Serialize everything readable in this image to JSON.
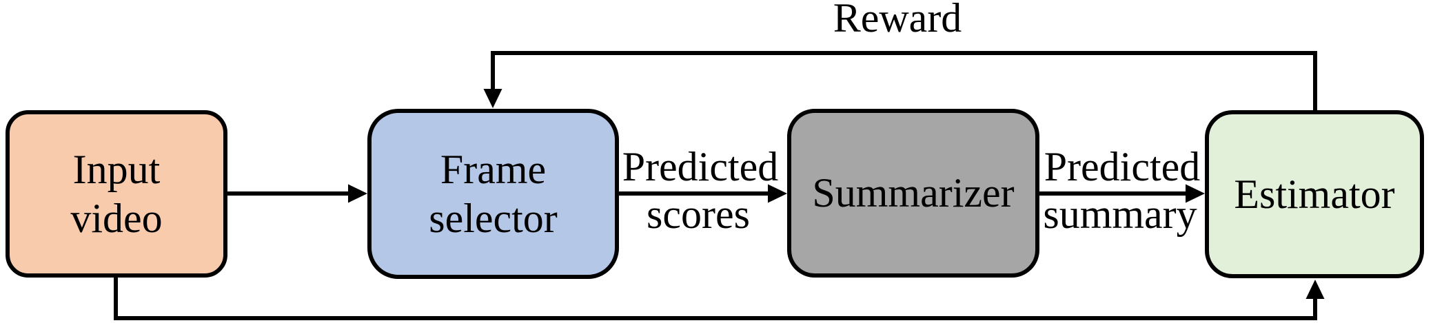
{
  "figure": {
    "background": "#FFFFFF",
    "line_color": "#000000",
    "text_color": "#000000",
    "nodes": {
      "input_video": {
        "label": "Input video",
        "lines": [
          "Input",
          "video"
        ],
        "fill": "#F8CBAD"
      },
      "frame_selector": {
        "label": "Frame selector",
        "lines": [
          "Frame",
          "selector"
        ],
        "fill": "#B4C7E7"
      },
      "summarizer": {
        "label": "Summarizer",
        "fill": "#A6A6A6"
      },
      "estimator": {
        "label": "Estimator",
        "fill": "#E2EFD9"
      }
    },
    "edges": {
      "input_to_frame_selector": {
        "from": "Input video",
        "to": "Frame selector"
      },
      "frame_selector_to_summarizer": {
        "from": "Frame selector",
        "to": "Summarizer",
        "label": "Predicted scores",
        "lines": [
          "Predicted",
          "scores"
        ]
      },
      "summarizer_to_estimator": {
        "from": "Summarizer",
        "to": "Estimator",
        "label": "Predicted summary",
        "lines": [
          "Predicted",
          "summary"
        ]
      },
      "estimator_to_frame_selector": {
        "from": "Estimator",
        "to": "Frame selector",
        "label": "Reward"
      },
      "input_to_estimator": {
        "from": "Input video",
        "to": "Estimator"
      }
    }
  }
}
